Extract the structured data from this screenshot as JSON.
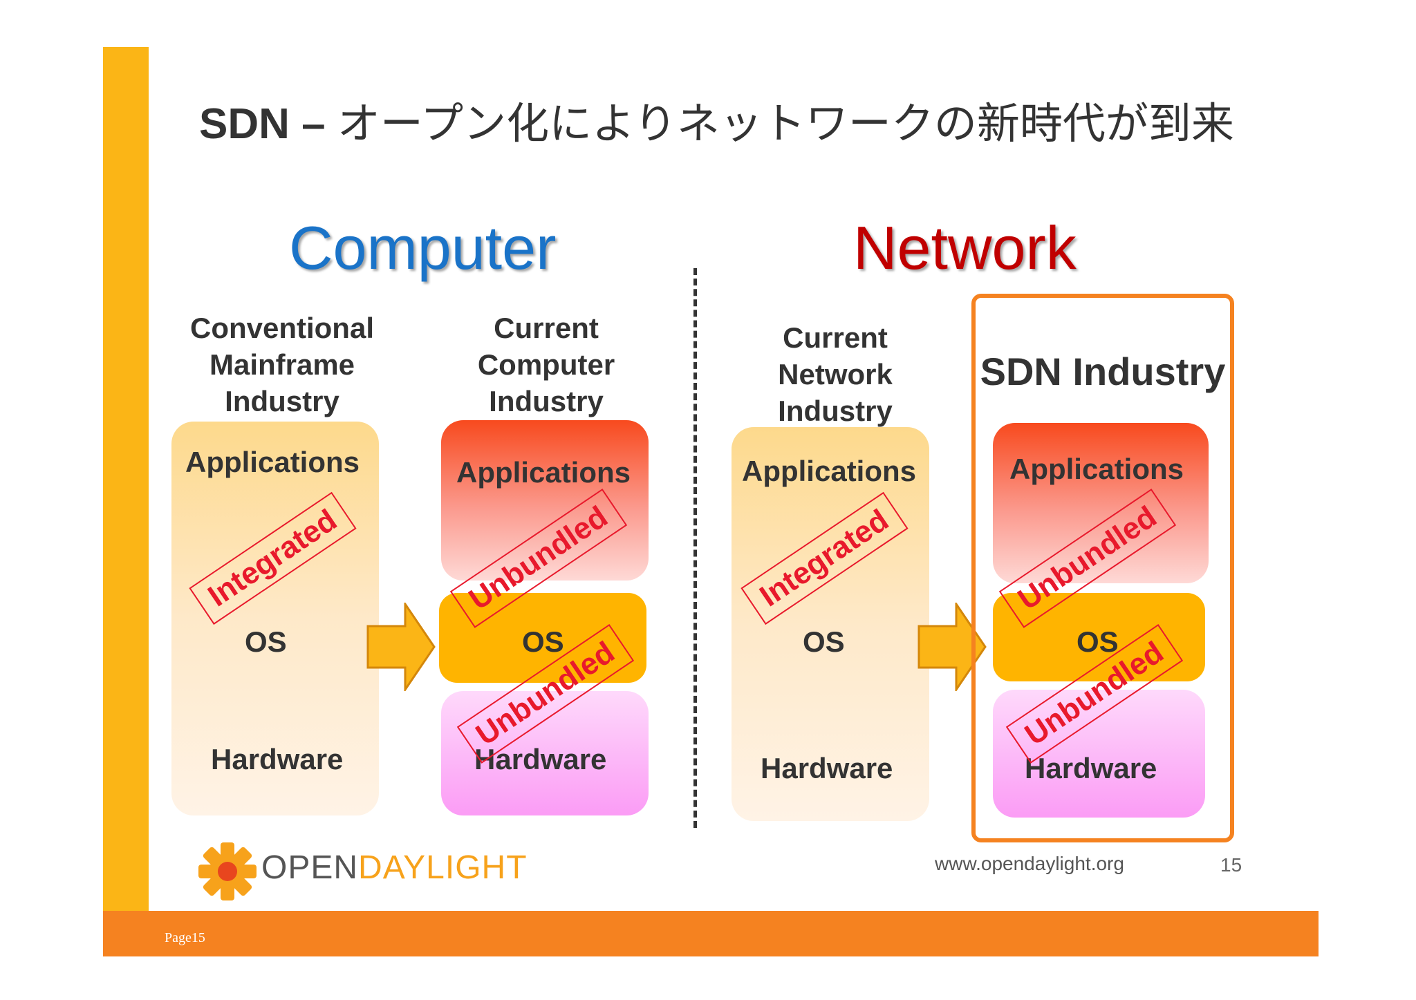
{
  "slide": {
    "title_latin": "SDN –",
    "title_jp": "オープン化によりネットワークの新時代が到来",
    "page_label": "Page15",
    "page_number": "15",
    "url": "www.opendaylight.org",
    "logo_open": "OPEN",
    "logo_daylight": "DAYLIGHT"
  },
  "sections": {
    "computer": "Computer",
    "network": "Network"
  },
  "columns": [
    {
      "title": "Conventional\nMainframe\nIndustry",
      "apps": "Applications",
      "os": "OS",
      "hw": "Hardware",
      "stamps": [
        "Integrated"
      ]
    },
    {
      "title": "Current\nComputer\nIndustry",
      "apps": "Applications",
      "os": "OS",
      "hw": "Hardware",
      "stamps": [
        "Unbundled",
        "Unbundled"
      ]
    },
    {
      "title": "Current\nNetwork\nIndustry",
      "apps": "Applications",
      "os": "OS",
      "hw": "Hardware",
      "stamps": [
        "Integrated"
      ]
    },
    {
      "title": "SDN Industry",
      "apps": "Applications",
      "os": "OS",
      "hw": "Hardware",
      "stamps": [
        "Unbundled",
        "Unbundled"
      ]
    }
  ],
  "colors": {
    "computer": "#1a73c8",
    "network": "#c00000",
    "stamp": "#e8192c",
    "accent_bar": "#fbb516",
    "footer_bar": "#f58220"
  }
}
